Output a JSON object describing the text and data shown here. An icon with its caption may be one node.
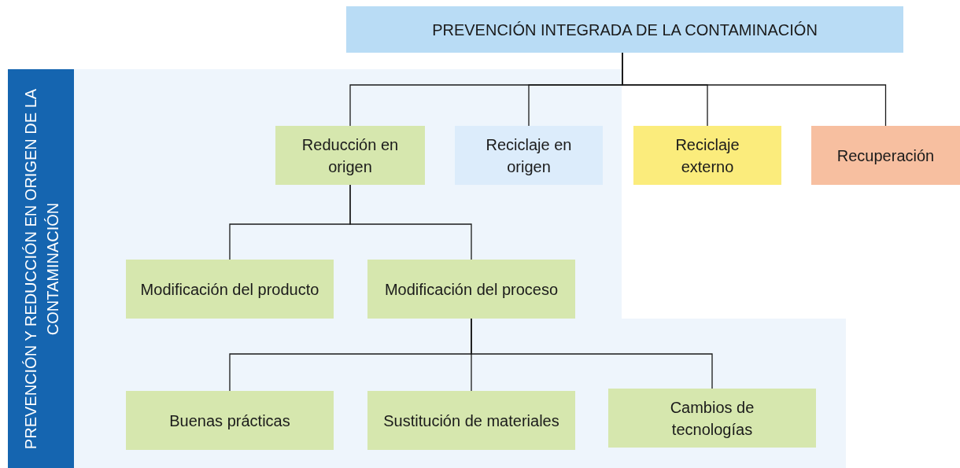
{
  "diagram": {
    "nodes": [
      {
        "text": [
          "PREVENCIÓN INTEGRADA DE LA CONTAMINACIÓN"
        ]
      },
      {
        "text": [
          "PREVENCIÓN Y REDUCCIÓN EN ORIGEN DE LA CONTAMINACIÓN"
        ]
      },
      {
        "text": [
          "Reducción en origen"
        ]
      },
      {
        "text": [
          "Reciclaje en origen"
        ]
      },
      {
        "text": [
          "Reciclaje externo"
        ]
      },
      {
        "text": [
          "Recuperación"
        ]
      },
      {
        "text": [
          "Modificación del producto"
        ]
      },
      {
        "text": [
          "Modificación del proceso"
        ]
      },
      {
        "text": [
          "Buenas prácticas"
        ]
      },
      {
        "text": [
          "Sustitución de materiales"
        ]
      },
      {
        "text": [
          "Cambios de tecnologías"
        ]
      }
    ],
    "edges": [
      {
        "from": 0,
        "to": 2,
        "arrow": "none"
      },
      {
        "from": 0,
        "to": 3,
        "arrow": "none"
      },
      {
        "from": 0,
        "to": 4,
        "arrow": "none"
      },
      {
        "from": 0,
        "to": 5,
        "arrow": "none"
      },
      {
        "from": 2,
        "to": 6,
        "arrow": "none"
      },
      {
        "from": 2,
        "to": 7,
        "arrow": "none"
      },
      {
        "from": 7,
        "to": 8,
        "arrow": "none"
      },
      {
        "from": 7,
        "to": 9,
        "arrow": "none"
      },
      {
        "from": 7,
        "to": 10,
        "arrow": "none"
      }
    ]
  }
}
